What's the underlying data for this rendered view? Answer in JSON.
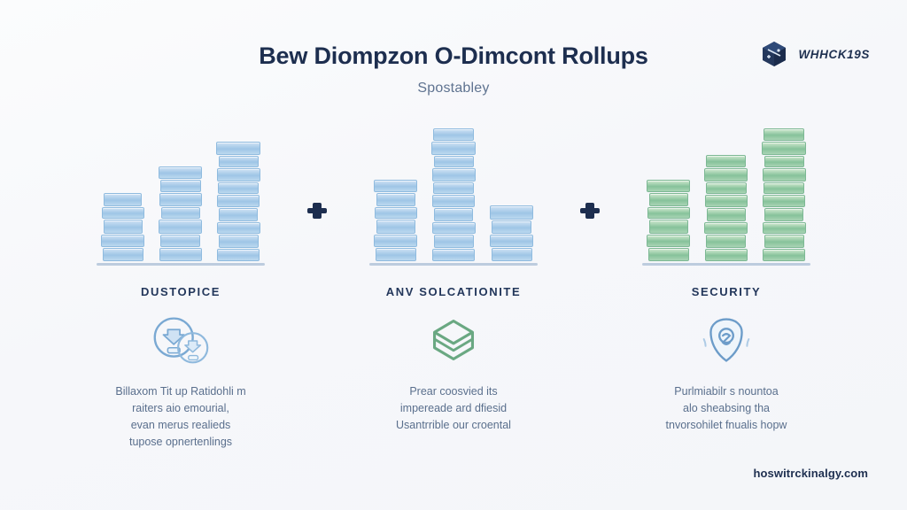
{
  "brand": {
    "name": "WHHCK19S",
    "logo_icon": "cube-icon",
    "color": "#1e3050"
  },
  "header": {
    "title": "Bew Diompzon O-Dimcont Rollups",
    "subtitle": "Spostabley",
    "title_color": "#1d2e4f",
    "subtitle_color": "#5f7390"
  },
  "separators": [
    {
      "icon": "plus-icon",
      "color": "#1d2e4f"
    },
    {
      "icon": "plus-icon",
      "color": "#1d2e4f"
    }
  ],
  "columns": [
    {
      "heading": "DUSTOPICE",
      "icon": "users-group-icon",
      "icon_color": "#6c9cc9",
      "accent": "#9ec5e6",
      "body_lines": [
        "Billaxom Tit up Ratidohli m",
        "raiters aio emourial,",
        "evan merus realieds",
        "tupose opnertenlings"
      ]
    },
    {
      "heading": "ANV SOLCATIONITE",
      "icon": "cube-box-icon",
      "icon_color": "#6aa882",
      "accent": "#9ec5e6",
      "body_lines": [
        "Prear coosvied its",
        "impereade ard dfiesid",
        "Usantrrible our croental"
      ]
    },
    {
      "heading": "SECURITY",
      "icon": "shield-lock-icon",
      "icon_color": "#6c9cc9",
      "accent": "#86c29a",
      "body_lines": [
        "Purlmiabilr s nountoa",
        "alo sheabsing tha",
        "tnvorsohilet fnualis hopw"
      ]
    }
  ],
  "footer": {
    "website": "hoswitrckinalgy.com"
  },
  "chart_data": {
    "type": "bar",
    "title": "Bew Diompzon O-Dimcont Rollups",
    "subtitle": "Spostabley",
    "xlabel": "",
    "ylabel": "",
    "grid": false,
    "legend": "none",
    "note": "Three grouped stacked-slab bar clusters; value = number of stacked slabs per bar",
    "groups": [
      {
        "name": "DUSTOPICE",
        "color": "#9ec5e6",
        "categories": [
          "bar 1",
          "bar 2",
          "bar 3"
        ],
        "values": [
          5,
          7,
          9
        ]
      },
      {
        "name": "ANV SOLCATIONITE",
        "color": "#9ec5e6",
        "categories": [
          "bar 1",
          "bar 2",
          "bar 3"
        ],
        "values": [
          6,
          10,
          4
        ]
      },
      {
        "name": "SECURITY",
        "color": "#86c29a",
        "categories": [
          "bar 1",
          "bar 2",
          "bar 3"
        ],
        "values": [
          6,
          8,
          10
        ]
      }
    ]
  }
}
